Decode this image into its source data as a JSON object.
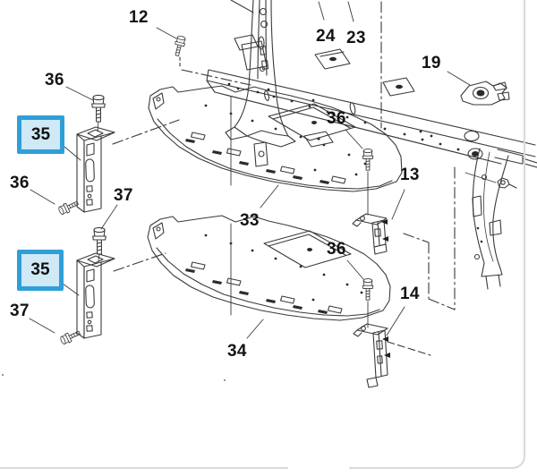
{
  "diagram": {
    "callouts": [
      {
        "text": "12",
        "highlighted": false
      },
      {
        "text": "36",
        "highlighted": false
      },
      {
        "text": "35",
        "highlighted": true
      },
      {
        "text": "36",
        "highlighted": false
      },
      {
        "text": "37",
        "highlighted": false
      },
      {
        "text": "33",
        "highlighted": false
      },
      {
        "text": "24",
        "highlighted": false
      },
      {
        "text": "23",
        "highlighted": false
      },
      {
        "text": "19",
        "highlighted": false
      },
      {
        "text": "36",
        "highlighted": false
      },
      {
        "text": "13",
        "highlighted": false
      },
      {
        "text": "35",
        "highlighted": true
      },
      {
        "text": "37",
        "highlighted": false
      },
      {
        "text": "34",
        "highlighted": false
      },
      {
        "text": "36",
        "highlighted": false
      },
      {
        "text": "14",
        "highlighted": false
      }
    ],
    "colors": {
      "highlight_border": "#2f9fd8",
      "highlight_fill": "#cfe9f6",
      "line_art": "#3a3a3a",
      "frame_border": "#d8d9dd"
    }
  }
}
